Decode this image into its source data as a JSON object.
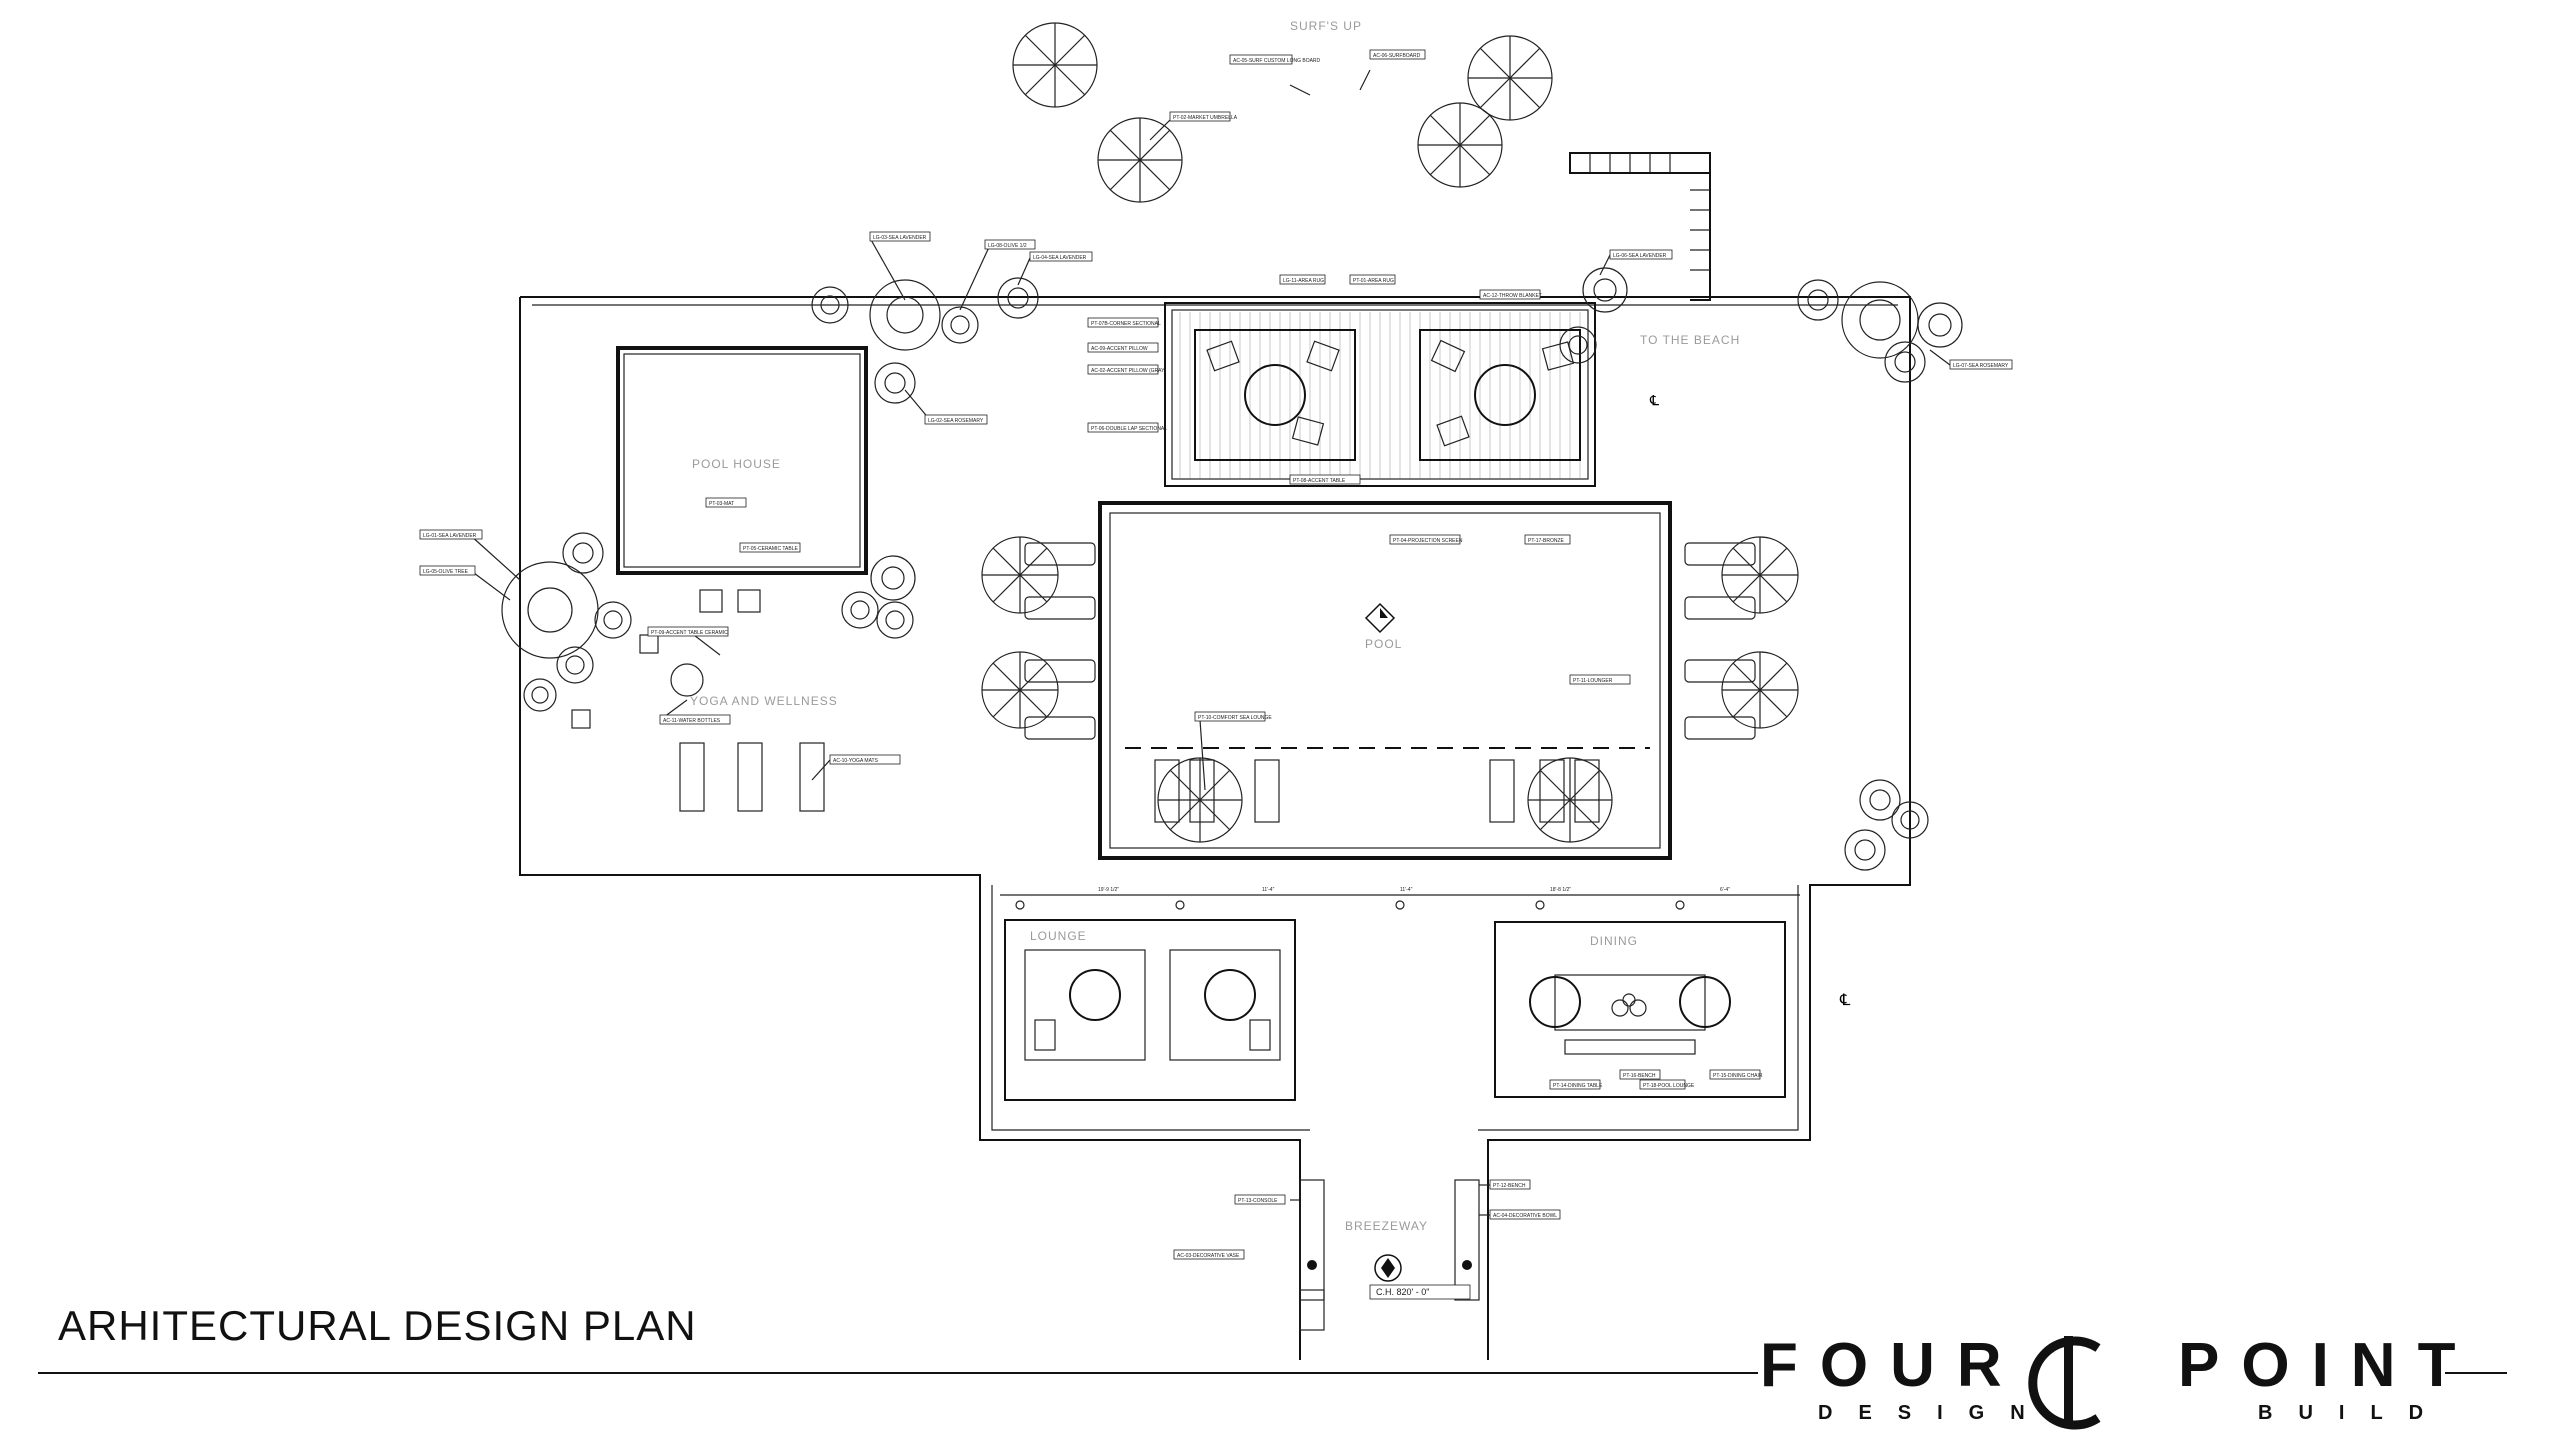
{
  "title": "ARHITECTURAL DESIGN PLAN",
  "logo": {
    "word1": "FOUR",
    "word2": "POINT",
    "sub1": "DESIGN",
    "sub2": "BUILD"
  },
  "rooms": {
    "surfs_up": "SURF'S UP",
    "pool_house": "POOL HOUSE",
    "yoga": "YOGA AND WELLNESS",
    "pool": "POOL",
    "to_the_beach": "TO THE BEACH",
    "lounge": "LOUNGE",
    "dining": "DINING",
    "breezeway": "BREEZEWAY"
  },
  "dimensions": {
    "ceiling_height": "C.H. 820' - 0\"",
    "top_row": [
      "19'-9 1/2\"",
      "11'-4\"",
      "11'-4\"",
      "18'-8 1/2\"",
      "6'-4\""
    ],
    "center_mark": "℄"
  },
  "tags": [
    "LG-03-SEA LAVENDER",
    "LG-08-OLIVE 1/2",
    "LG-04-SEA LAVENDER",
    "LG-06-SEA LAVENDER",
    "LG-07-SEA ROSEMARY",
    "LG-02-SEA ROSEMARY",
    "LG-01-SEA LAVENDER",
    "LG-05-OLIVE TREE",
    "AC-09-ACCENT PILLOW",
    "PT-07B-CORNER SECTIONAL",
    "AC-02-ACCENT PILLOW (GRAY)",
    "PT-06-DOUBLE LAP SECTIONAL",
    "PT-08-ACCENT TABLE",
    "AC-12-THROW BLANKET",
    "LG-11-AREA RUG",
    "PT-01-AREA RUG",
    "PT-09-ACCENT TABLE CERAMIC",
    "AC-11-WATER BOTTLES",
    "AC-10-YOGA MATS",
    "PT-03-MAT",
    "PT-05-CERAMIC TABLE",
    "PT-10-COMFORT SEA LOUNGE",
    "PT-11-LOUNGER",
    "PT-14-DINING TABLE",
    "PT-15-DINING CHAIR",
    "PT-16-BENCH",
    "AC-04-DECORATIVE BOWL",
    "PT-12-BENCH",
    "PT-13-CONSOLE",
    "AC-05-SURF CUSTOM LONG BOARD",
    "AC-06-SURFBOARD",
    "PT-02-MARKET UMBRELLA",
    "PT-04-PROJECTION SCREEN",
    "PT-17-BRONZE",
    "AC-03-DECORATIVE VASE",
    "PT-18-POOL LOUNGE"
  ]
}
